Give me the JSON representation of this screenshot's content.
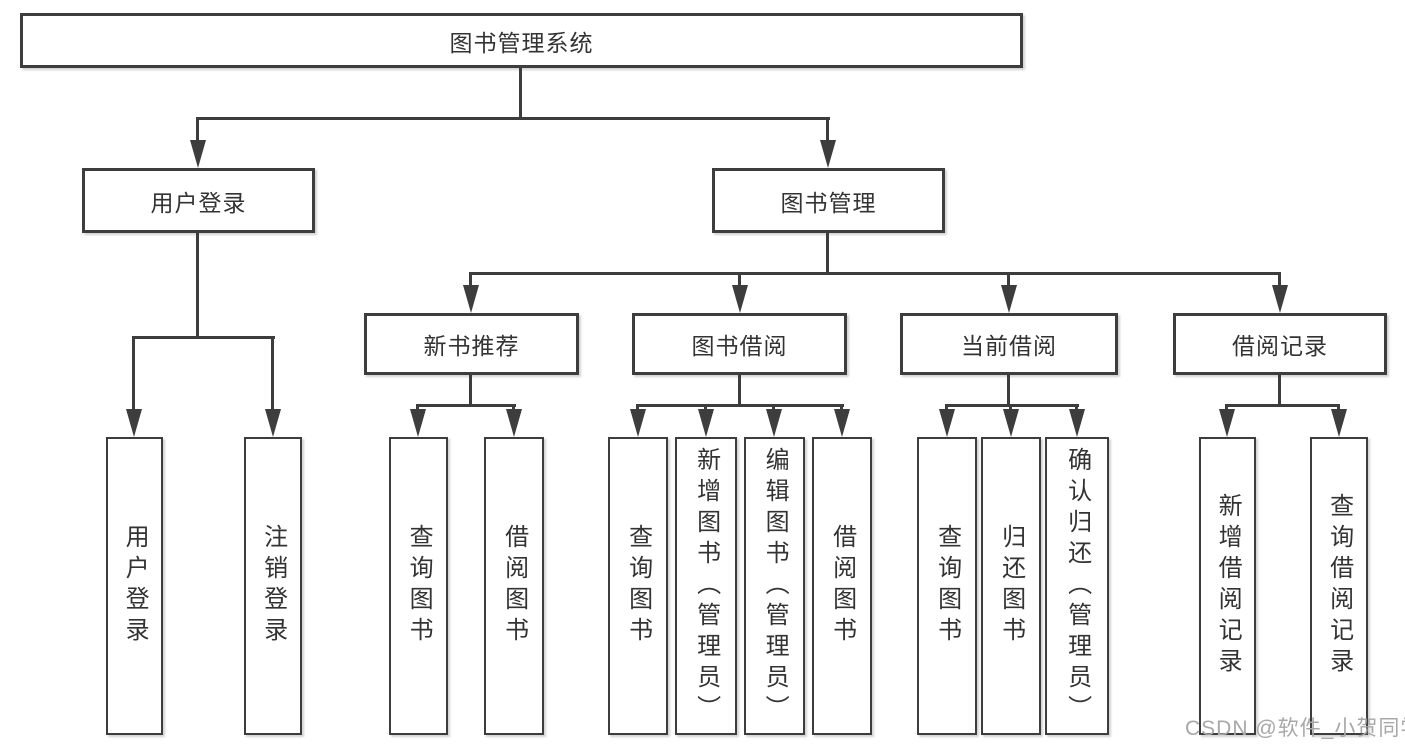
{
  "diagram": {
    "root": {
      "label": "图书管理系统"
    },
    "level1": [
      {
        "label": "用户登录"
      },
      {
        "label": "图书管理"
      }
    ],
    "level2": [
      {
        "label": "新书推荐"
      },
      {
        "label": "图书借阅"
      },
      {
        "label": "当前借阅"
      },
      {
        "label": "借阅记录"
      }
    ],
    "level3": [
      {
        "label": "用户登录"
      },
      {
        "label": "注销登录"
      },
      {
        "label": "查询图书"
      },
      {
        "label": "借阅图书"
      },
      {
        "label": "查询图书"
      },
      {
        "label": "新增图书（管理员）"
      },
      {
        "label": "编辑图书（管理员）"
      },
      {
        "label": "借阅图书"
      },
      {
        "label": "查询图书"
      },
      {
        "label": "归还图书"
      },
      {
        "label": "确认归还（管理员）"
      },
      {
        "label": "新增借阅记录"
      },
      {
        "label": "查询借阅记录"
      }
    ]
  },
  "watermark": {
    "text": "CSDN @软件_小贺同学"
  },
  "colors": {
    "line": "#3d3d3d",
    "text": "#333333",
    "watermark": "#a8a8a8",
    "background": "#ffffff"
  }
}
